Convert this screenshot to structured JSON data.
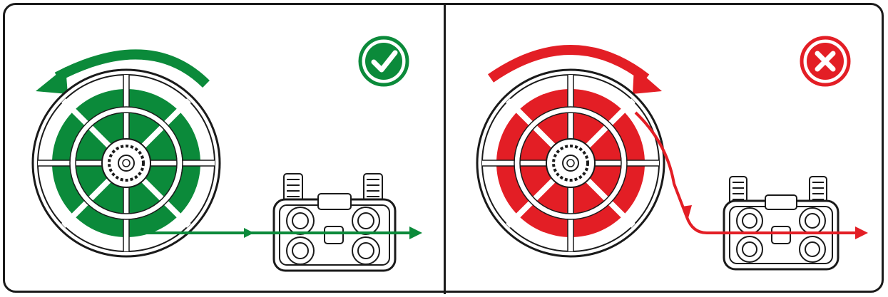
{
  "colors": {
    "correct": "#0b8a3a",
    "incorrect": "#e31e25",
    "outline": "#1a1a1a",
    "background": "#ffffff"
  },
  "panels": [
    {
      "id": "correct",
      "status_icon": "checkmark-circle-icon",
      "rotation": "counter-clockwise",
      "wire_path": "bottom-straight"
    },
    {
      "id": "incorrect",
      "status_icon": "x-circle-icon",
      "rotation": "clockwise",
      "wire_path": "over-top-down"
    }
  ]
}
